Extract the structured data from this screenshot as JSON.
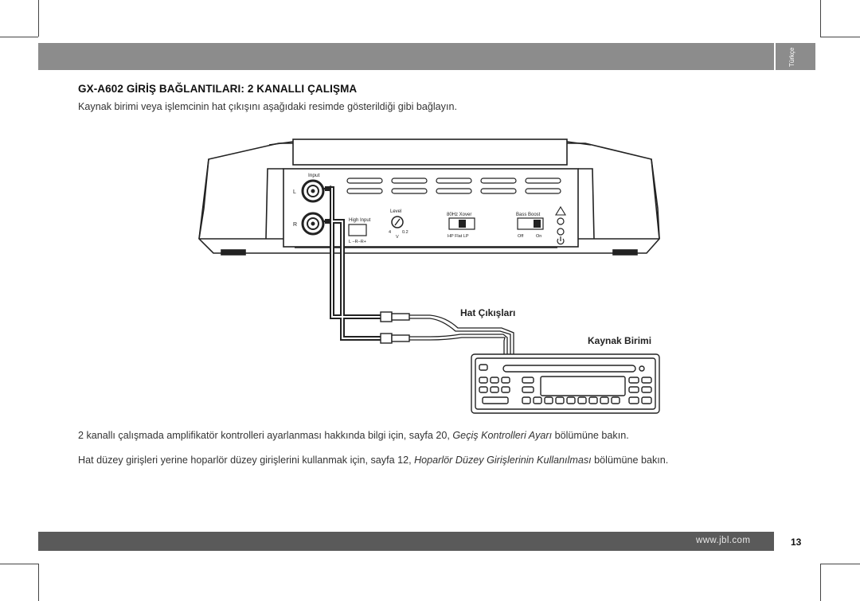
{
  "header": {
    "language_tab": "Türkçe",
    "title": "GX-A602 GİRİŞ BAĞLANTILARI: 2 KANALLI ÇALIŞMA",
    "intro": "Kaynak birimi veya işlemcinin hat çıkışını aşağıdaki resimde gösterildiği gibi bağlayın."
  },
  "diagram": {
    "amp_input_label": "Input",
    "amp_left_label": "L",
    "amp_right_label": "R",
    "high_input_label": "High Input",
    "high_input_polarity": "L −R−R+",
    "level_label": "Level",
    "level_scale_low": "4",
    "level_scale_high": "0.2",
    "level_unit": "V",
    "xover_label": "80Hz Xover",
    "xover_positions": "HP  Flat  LP",
    "bass_boost_label": "Bass Boost",
    "bass_boost_off": "Off",
    "bass_boost_on": "On",
    "line_outputs_label": "Hat Çıkışları",
    "source_unit_label": "Kaynak Birimi"
  },
  "body": {
    "p1_before": "2 kanallı çalışmada amplifikatör kontrolleri ayarlanması hakkında bilgi için, sayfa 20, ",
    "p1_italic": "Geçiş Kontrolleri Ayarı",
    "p1_after": " bölümüne bakın.",
    "p2_before": "Hat düzey girişleri yerine hoparlör düzey girişlerini kullanmak için, sayfa 12, ",
    "p2_italic": "Hoparlör Düzey Girişlerinin Kullanılması",
    "p2_after": " bölümüne bakın."
  },
  "footer": {
    "website": "www.jbl.com",
    "page_number": "13"
  }
}
